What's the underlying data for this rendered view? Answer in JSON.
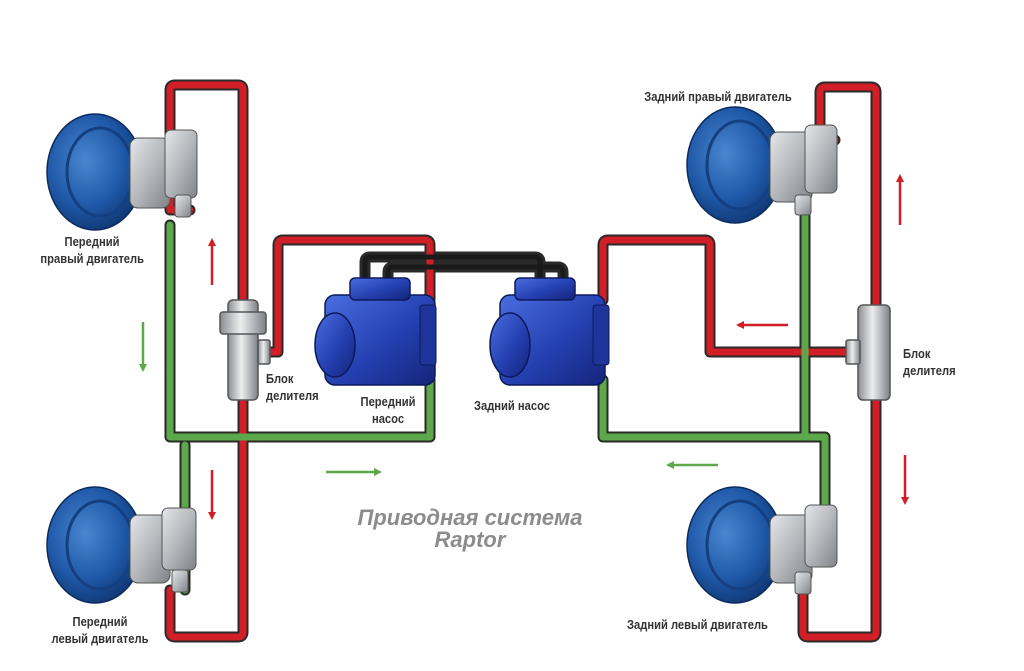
{
  "title": {
    "line1": "Приводная система",
    "line2": "Raptor"
  },
  "labels": {
    "front_right_motor": [
      "Передний",
      "правый двигатель"
    ],
    "front_left_motor": [
      "Передний",
      "левый двигатель"
    ],
    "rear_right_motor": "Задний правый двигатель",
    "rear_left_motor": "Задний левый двигатель",
    "divider_left": [
      "Блок",
      "делителя"
    ],
    "divider_right": [
      "Блок",
      "делителя"
    ],
    "front_pump": [
      "Передний",
      "насос"
    ],
    "rear_pump": "Задний насос"
  },
  "colors": {
    "pressure_line": "#d01f26",
    "return_line": "#5da84a",
    "link_line": "#1a1a1a",
    "motor_blue": "#1f59a8",
    "pump_blue": "#2440b0",
    "housing_gray": "#b5b8bc",
    "label_text": "#333333",
    "title_text": "#8c8c8c"
  }
}
